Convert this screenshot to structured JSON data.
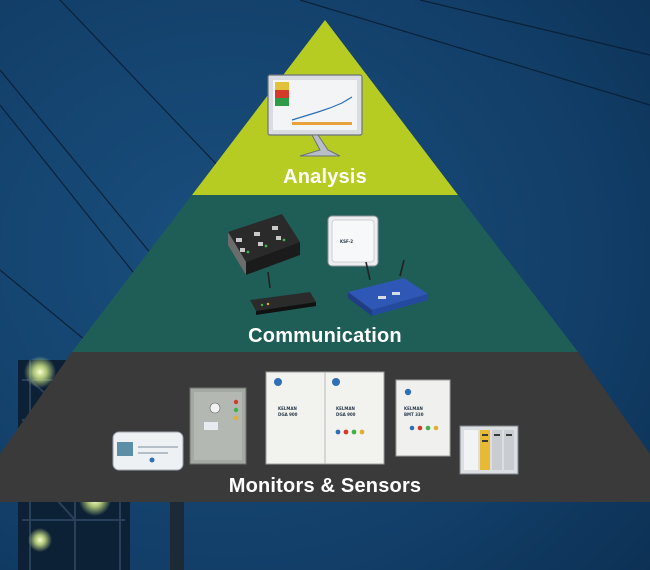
{
  "tiers": [
    {
      "id": "analysis",
      "label": "Analysis",
      "color": "#b7cc22",
      "devices": [
        "monitor-display"
      ]
    },
    {
      "id": "communication",
      "label": "Communication",
      "color": "#1e5e57",
      "devices": [
        "rack-modules",
        "white-enclosure",
        "router-small",
        "router-blue"
      ]
    },
    {
      "id": "monitors",
      "label": "Monitors & Sensors",
      "color": "#3a3a3a",
      "devices": [
        "small-sensor-unit",
        "grey-cabinet",
        "double-cabinet",
        "white-cabinet",
        "din-rail-module"
      ]
    }
  ],
  "device_texts": {
    "enclosure": "KSF-2",
    "cab_left_line1": "KELMAN",
    "cab_left_line2": "DGA 900",
    "cab_right_line1": "KELMAN",
    "cab_right_line2": "DGA 900",
    "white_cab_line1": "KELMAN",
    "white_cab_line2": "BMT 330"
  },
  "colors": {
    "background_sky": "#0f3b63",
    "analysis": "#b7cc22",
    "communication": "#1e5e57",
    "monitors": "#3a3a3a",
    "label_text": "#ffffff"
  }
}
